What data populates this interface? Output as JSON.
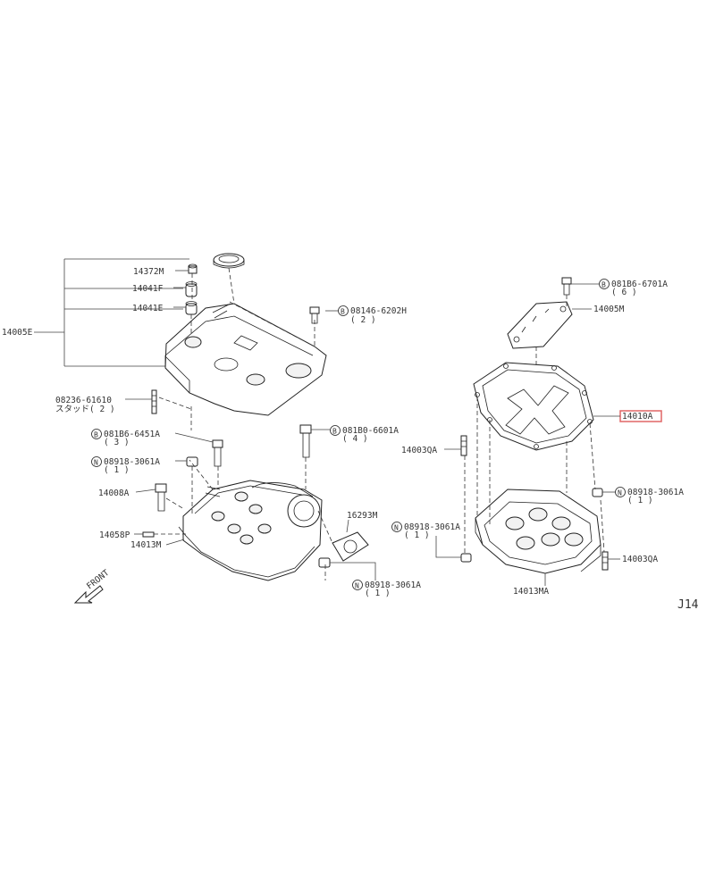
{
  "diagram": {
    "page_code": "J14",
    "front_label": "FRONT",
    "highlight_color": "#e06666",
    "labels": {
      "p14372M": "14372M",
      "p14041F": "14041F",
      "p14041E": "14041E",
      "p14005E": "14005E",
      "p08146": "08146-6202H",
      "p08146_qty": "( 2 )",
      "p08236": "08236-61610",
      "p08236_sub": "スタッド( 2 )",
      "p08136": "081B6-6451A",
      "p08136_qty": "( 3 )",
      "p08918a": "08918-3061A",
      "p08918a_qty": "( 1 )",
      "p14008A": "14008A",
      "p14058P": "14058P",
      "p14013M": "14013M",
      "p08130": "081B0-6601A",
      "p08130_qty": "( 4 )",
      "p16293M": "16293M",
      "p08918c": "08918-3061A",
      "p08918c_qty": "( 1 )",
      "p08918d": "08918-3061A",
      "p08918d_qty": "( 1 )",
      "p081B6r": "081B6-6701A",
      "p081B6r_qty": "( 6 )",
      "p14005M": "14005M",
      "p14010A": "14010A",
      "p14003QA1": "14003QA",
      "p08918b": "08918-3061A",
      "p08918b_qty": "( 1 )",
      "p14003QA2": "14003QA",
      "p14013MA": "14013MA"
    },
    "badges": {
      "bolt": "B",
      "nut": "N"
    }
  }
}
